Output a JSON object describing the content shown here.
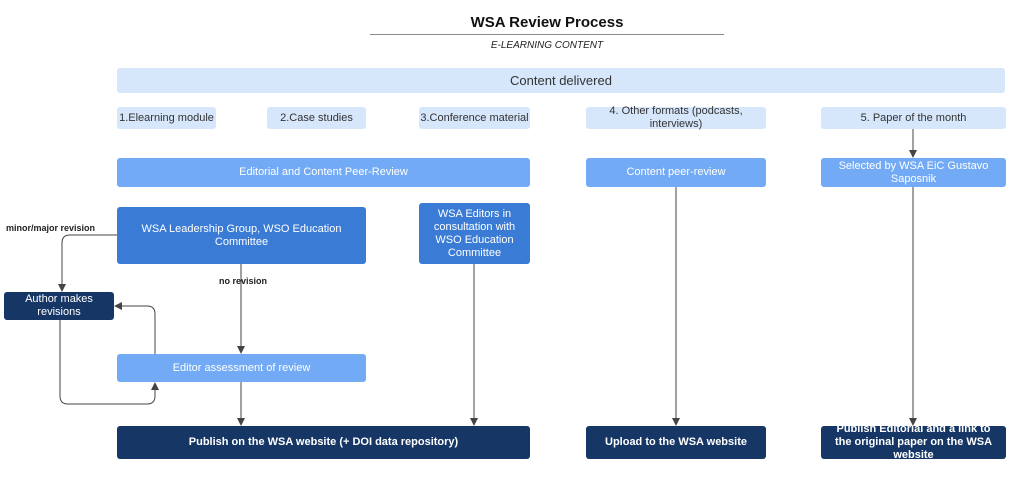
{
  "title": "WSA Review Process",
  "subtitle": "E-LEARNING CONTENT",
  "header": "Content delivered",
  "categories": {
    "elearning": "1.Elearning module",
    "case_studies": "2.Case studies",
    "conference": "3.Conference material",
    "other_formats": "4. Other formats (podcasts, interviews)",
    "paper_of_month": "5. Paper of the month"
  },
  "review": {
    "editorial": "Editorial and Content Peer-Review",
    "content_peer": "Content peer-review",
    "selected": "Selected by WSA EiC Gustavo Saposnik"
  },
  "reviewers": {
    "leadership": "WSA Leadership Group, WSO Education Committee",
    "editors": "WSA Editors in consultation with WSO Education Committee"
  },
  "process": {
    "author_revisions": "Author makes revisions",
    "editor_assessment": "Editor assessment of review"
  },
  "edge_labels": {
    "minor_major": "minor/major revision",
    "no_revision": "no revision"
  },
  "outcomes": {
    "publish_doi": "Publish on the WSA website (+ DOI data repository)",
    "upload": "Upload to the WSA website",
    "publish_editorial": "Publish Editorial and a link to the original paper on the WSA website"
  },
  "colors": {
    "light_box": "#d6e6fb",
    "mid_box": "#72aaf5",
    "blue_box": "#3a7bd5",
    "dark_box": "#163766",
    "connector": "#444444"
  }
}
